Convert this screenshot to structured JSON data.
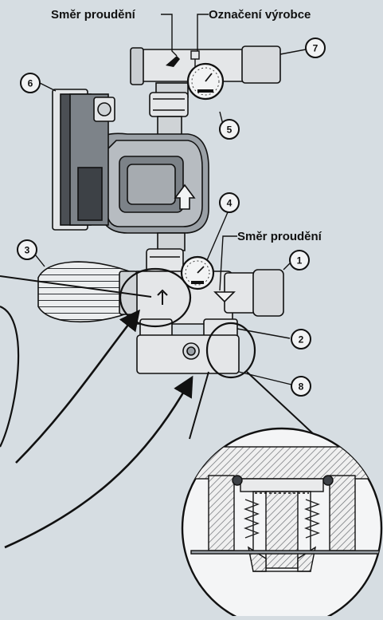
{
  "labels": {
    "flow_direction_top": "Směr proudění",
    "manufacturer_mark": "Označení výrobce",
    "flow_direction_mid": "Směr proudění"
  },
  "callouts": [
    "1",
    "2",
    "3",
    "4",
    "5",
    "6",
    "7",
    "8"
  ],
  "colors": {
    "background": "#d6dde2",
    "ink": "#111111",
    "body": "#e4e6e8",
    "shade": "#9aa0a6",
    "dark": "#3d4146",
    "hatch": "#6b6f74"
  }
}
